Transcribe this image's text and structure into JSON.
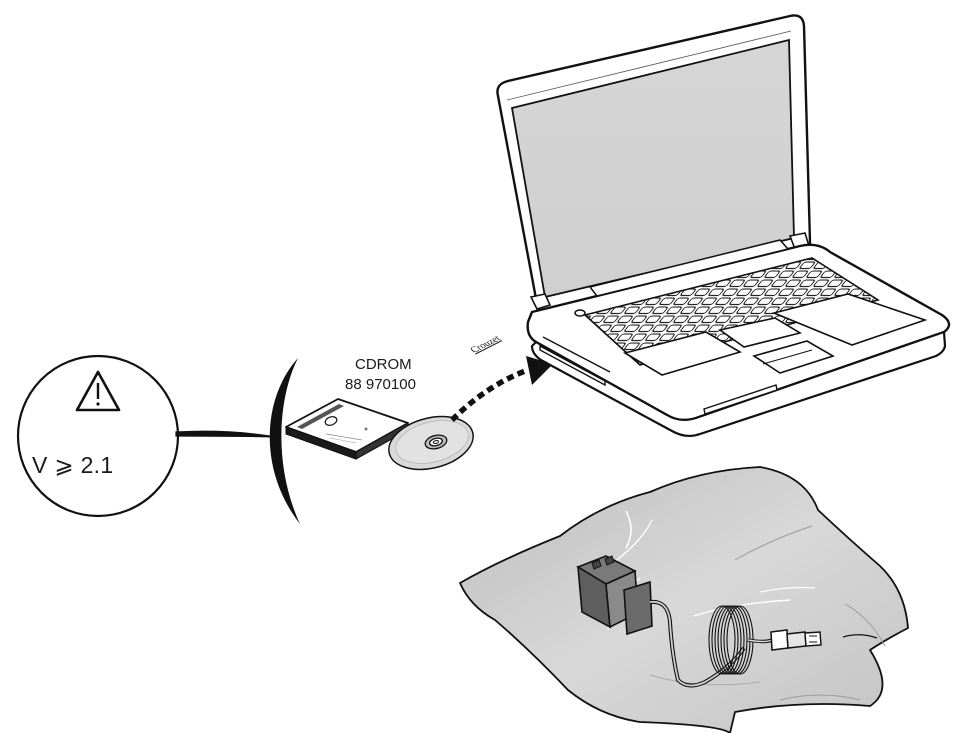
{
  "cdrom": {
    "title": "CDROM",
    "code": "88 970100",
    "brand": "Crouzet"
  },
  "warning": {
    "icon": "warning-triangle-icon",
    "version_label": "V ⩾ 2.1"
  },
  "colors": {
    "ink": "#111111",
    "screen": "#d2d2d2",
    "bag": "#cfcfcf",
    "body": "#ffffff"
  }
}
